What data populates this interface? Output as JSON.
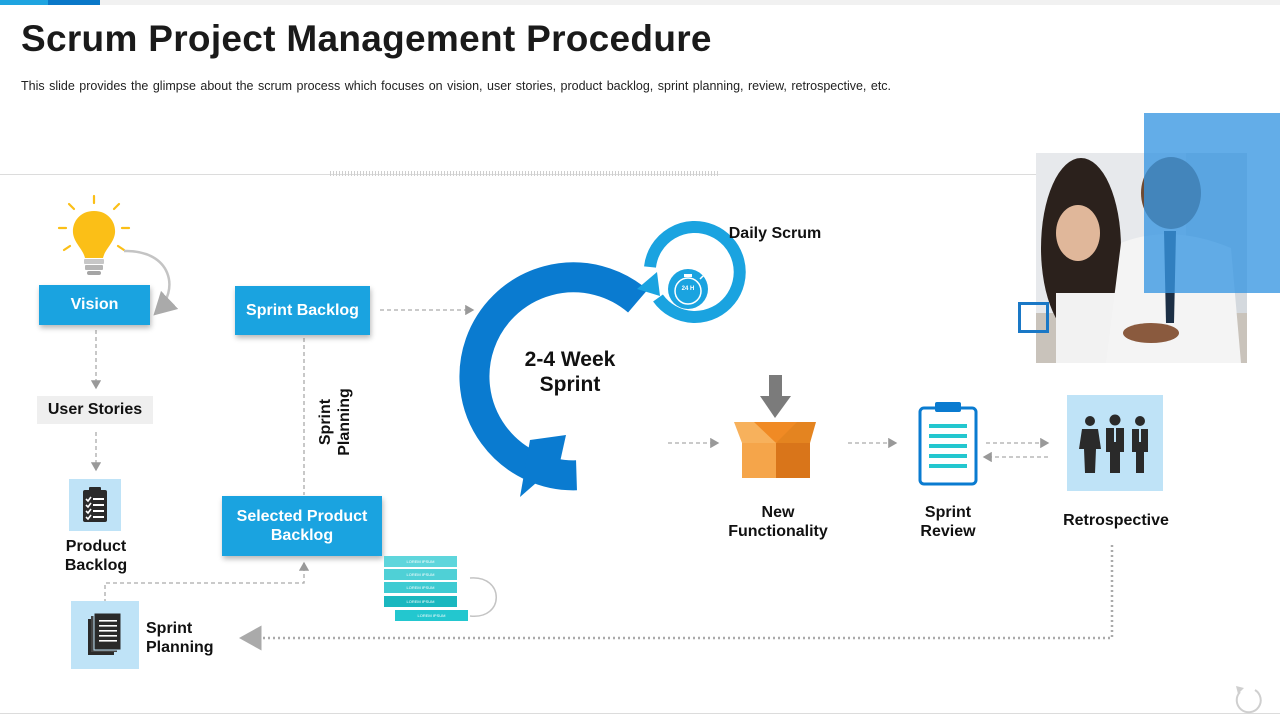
{
  "slide": {
    "title": "Scrum Project Management Procedure",
    "subtitle": "This slide provides  the glimpse about the scrum process which focuses on vision,  user stories, product backlog, sprint planning,  review,  retrospective,  etc."
  },
  "flow": {
    "vision": "Vision",
    "user_stories": "User Stories",
    "product_backlog": "Product\nBacklog",
    "sprint_planning": "Sprint\nPlanning",
    "sprint_backlog": "Sprint Backlog",
    "sprint_planning_vertical": "Sprint\nPlanning",
    "selected_product_backlog": "Selected Product\nBacklog",
    "sprint_cycle": "2-4 Week\nSprint",
    "daily_scrum": "Daily Scrum",
    "timer_label": "24 H",
    "new_functionality": "New\nFunctionality",
    "sprint_review": "Sprint\nReview",
    "retrospective": "Retrospective"
  },
  "mini_backlog": [
    "LOREM IPSUM",
    "LOREM IPSUM",
    "LOREM IPSUM",
    "LOREM IPSUM",
    "LOREM IPSUM"
  ],
  "colors": {
    "accent": "#1aa3e0",
    "dark_blue": "#0a78c8",
    "bulb": "#fbbf17",
    "box_orange": "#f08a24",
    "teal": "#23c7cf",
    "tile": "#bfe3f7"
  },
  "icons": [
    "lightbulb-icon",
    "clipboard-icon",
    "document-stack-icon",
    "stopwatch-icon",
    "package-box-icon",
    "review-clipboard-icon",
    "team-people-icon",
    "circular-arrow-icon"
  ]
}
